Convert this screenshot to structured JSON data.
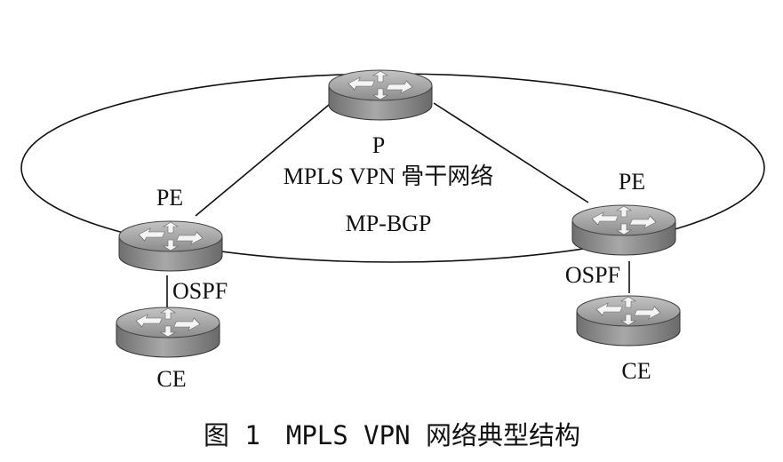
{
  "diagram": {
    "labels": {
      "p": "P",
      "backbone": "MPLS VPN 骨干网络",
      "protocol": "MP-BGP",
      "pe_left": "PE",
      "pe_right": "PE",
      "ospf_left": "OSPF",
      "ospf_right": "OSPF",
      "ce_left": "CE",
      "ce_right": "CE"
    },
    "caption": "图 1　MPLS VPN 网络典型结构",
    "nodes": [
      {
        "id": "p",
        "type": "router-icon"
      },
      {
        "id": "pe-left",
        "type": "router-icon"
      },
      {
        "id": "pe-right",
        "type": "router-icon"
      },
      {
        "id": "ce-left",
        "type": "router-icon"
      },
      {
        "id": "ce-right",
        "type": "router-icon"
      }
    ],
    "links": [
      {
        "from": "p",
        "to": "pe-left"
      },
      {
        "from": "p",
        "to": "pe-right"
      },
      {
        "from": "pe-left",
        "to": "ce-left"
      },
      {
        "from": "pe-right",
        "to": "ce-right"
      }
    ],
    "colors": {
      "router_top": "#9a9a9a",
      "router_side": "#7f7f7f",
      "router_highlight": "#c9c9c9",
      "line": "#111111"
    }
  }
}
